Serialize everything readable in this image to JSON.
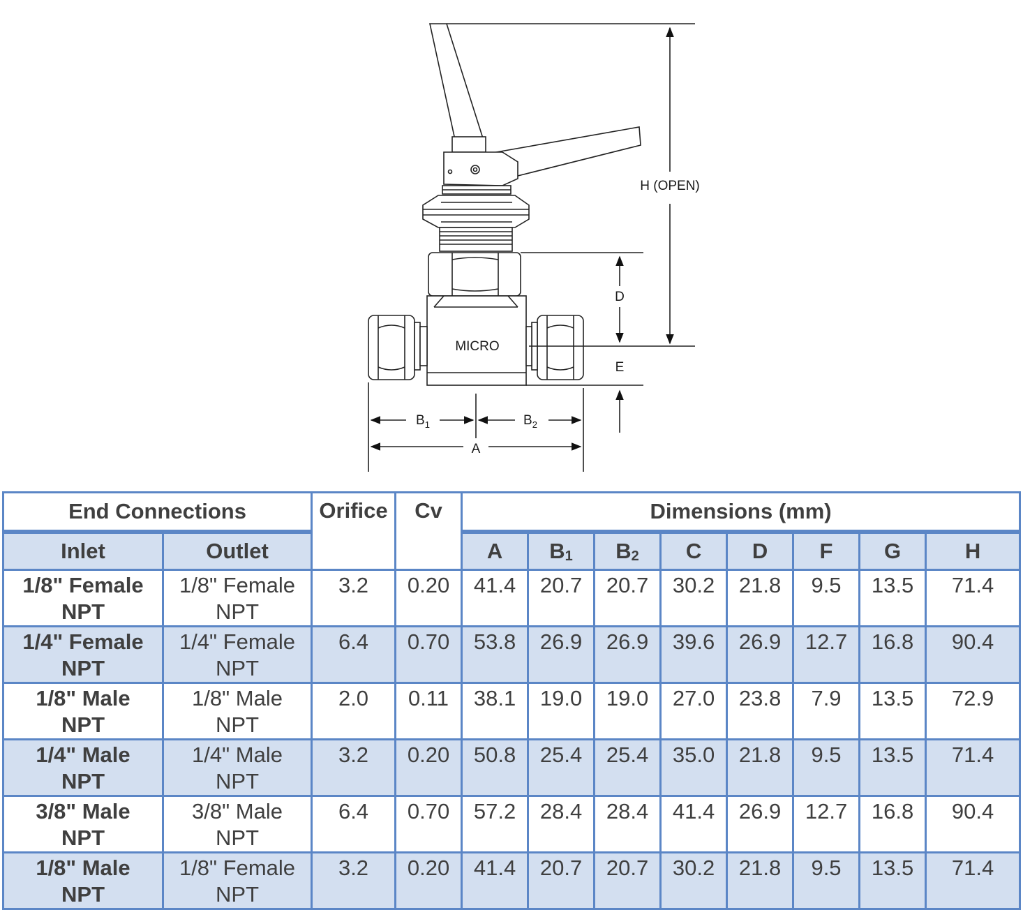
{
  "drawing": {
    "body_text": "MICRO",
    "dimension_labels": {
      "H": "H (OPEN)",
      "D": "D",
      "E": "E",
      "A": "A",
      "B1_letter": "B",
      "B1_sub": "1",
      "B2_letter": "B",
      "B2_sub": "2"
    }
  },
  "table": {
    "group_headers": {
      "end_connections": "End Connections",
      "orifice": "Orifice",
      "cv": "Cv",
      "dimensions": "Dimensions (mm)"
    },
    "sub_headers": {
      "inlet": "Inlet",
      "outlet": "Outlet",
      "dims": [
        {
          "letter": "A",
          "sub": ""
        },
        {
          "letter": "B",
          "sub": "1"
        },
        {
          "letter": "B",
          "sub": "2"
        },
        {
          "letter": "C",
          "sub": ""
        },
        {
          "letter": "D",
          "sub": ""
        },
        {
          "letter": "F",
          "sub": ""
        },
        {
          "letter": "G",
          "sub": ""
        },
        {
          "letter": "H",
          "sub": ""
        }
      ]
    },
    "rows": [
      {
        "inlet_1": "1/8\" Female",
        "inlet_2": "NPT",
        "outlet_1": "1/8\" Female",
        "outlet_2": "NPT",
        "orifice": "3.2",
        "cv": "0.20",
        "dims": [
          "41.4",
          "20.7",
          "20.7",
          "30.2",
          "21.8",
          "9.5",
          "13.5",
          "71.4"
        ]
      },
      {
        "inlet_1": "1/4\" Female",
        "inlet_2": "NPT",
        "outlet_1": "1/4\" Female",
        "outlet_2": "NPT",
        "orifice": "6.4",
        "cv": "0.70",
        "dims": [
          "53.8",
          "26.9",
          "26.9",
          "39.6",
          "26.9",
          "12.7",
          "16.8",
          "90.4"
        ]
      },
      {
        "inlet_1": "1/8\" Male",
        "inlet_2": "NPT",
        "outlet_1": "1/8\" Male",
        "outlet_2": "NPT",
        "orifice": "2.0",
        "cv": "0.11",
        "dims": [
          "38.1",
          "19.0",
          "19.0",
          "27.0",
          "23.8",
          "7.9",
          "13.5",
          "72.9"
        ]
      },
      {
        "inlet_1": "1/4\" Male",
        "inlet_2": "NPT",
        "outlet_1": "1/4\" Male",
        "outlet_2": "NPT",
        "orifice": "3.2",
        "cv": "0.20",
        "dims": [
          "50.8",
          "25.4",
          "25.4",
          "35.0",
          "21.8",
          "9.5",
          "13.5",
          "71.4"
        ]
      },
      {
        "inlet_1": "3/8\" Male",
        "inlet_2": "NPT",
        "outlet_1": "3/8\" Male",
        "outlet_2": "NPT",
        "orifice": "6.4",
        "cv": "0.70",
        "dims": [
          "57.2",
          "28.4",
          "28.4",
          "41.4",
          "26.9",
          "12.7",
          "16.8",
          "90.4"
        ]
      },
      {
        "inlet_1": "1/8\" Male",
        "inlet_2": "NPT",
        "outlet_1": "1/8\" Female",
        "outlet_2": "NPT",
        "orifice": "3.2",
        "cv": "0.20",
        "dims": [
          "41.4",
          "20.7",
          "20.7",
          "30.2",
          "21.8",
          "9.5",
          "13.5",
          "71.4"
        ]
      }
    ]
  }
}
